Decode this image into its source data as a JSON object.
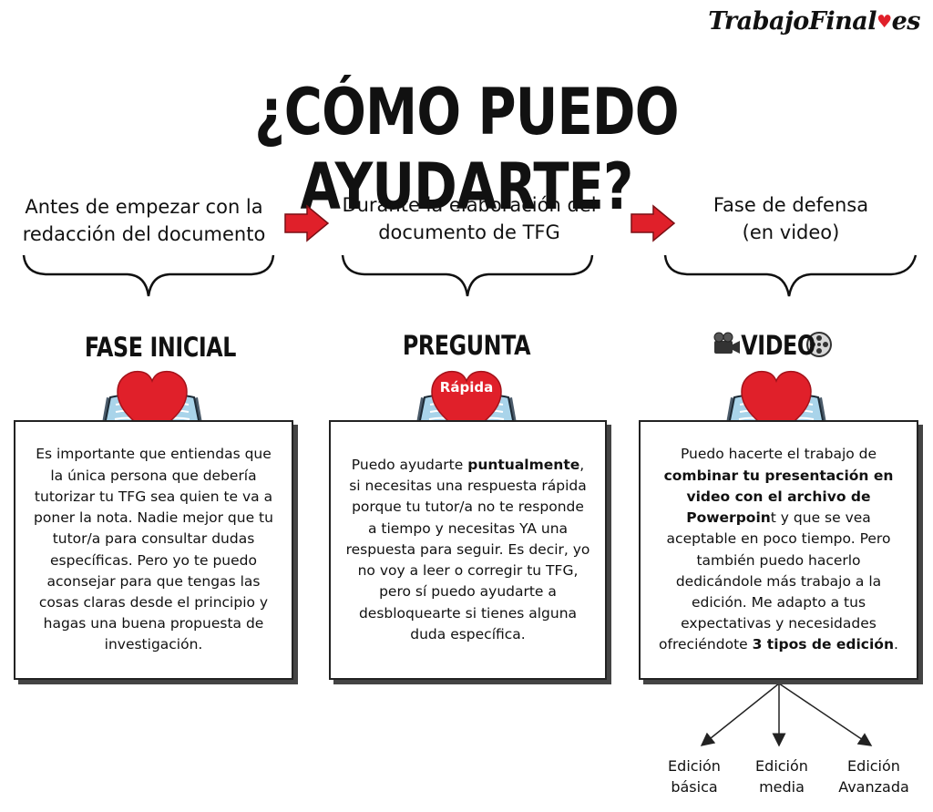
{
  "logo": {
    "text": "TrabajoFinal",
    "suffix": "es"
  },
  "title": "¿CÓMO PUEDO AYUDARTE?",
  "stages": [
    {
      "line1": "Antes de empezar con la",
      "line2": "redacción del documento"
    },
    {
      "line1": "Durante la elaboración del",
      "line2": "documento de TFG"
    },
    {
      "line1": "Fase de defensa",
      "line2": "(en video)"
    }
  ],
  "phases": [
    {
      "heading": "FASE INICIAL",
      "icon": "heart-book-icon"
    },
    {
      "heading": "PREGUNTA",
      "badge": "Rápida",
      "icon": "heart-book-icon"
    },
    {
      "heading": "VIDEO",
      "icon": "heart-book-icon",
      "heading_icons": [
        "movie-camera-icon",
        "film-reel-icon"
      ]
    }
  ],
  "cards": {
    "inicial": "Es importante que entiendas que la única persona que debería tutorizar tu TFG sea quien te va a poner la nota. Nadie mejor que tu tutor/a para consultar dudas específicas. Pero yo te puedo aconsejar para que tengas las cosas claras desde el principio y hagas una buena propuesta de investigación.",
    "pregunta": {
      "p1": "Puedo ayudarte ",
      "b1": "puntualmente",
      "p2": ", si necesitas una respuesta rápida porque tu tutor/a no te responde a tiempo y necesitas YA una respuesta para seguir. Es decir, yo no voy a leer o corregir tu TFG,",
      "p3": "pero sí puedo ayudarte a desbloquearte si tienes alguna duda específica."
    },
    "video": {
      "p1": "Puedo hacerte el trabajo de ",
      "b1": "combinar tu presentación en video con el archivo de Powerpoin",
      "p2": "t y que se vea aceptable en poco tiempo. Pero también puedo hacerlo dedicándole más trabajo a la edición. Me adapto a tus expectativas y necesidades ofreciéndote ",
      "b2": "3 tipos de edición",
      "p3": "."
    }
  },
  "editions": [
    {
      "line1": "Edición",
      "line2": "básica"
    },
    {
      "line1": "Edición",
      "line2": "media"
    },
    {
      "line1": "Edición",
      "line2": "Avanzada"
    }
  ],
  "colors": {
    "heart": "#e0202a",
    "arrow": "#e0202a",
    "book": "#a9d4ea",
    "text": "#111111"
  }
}
